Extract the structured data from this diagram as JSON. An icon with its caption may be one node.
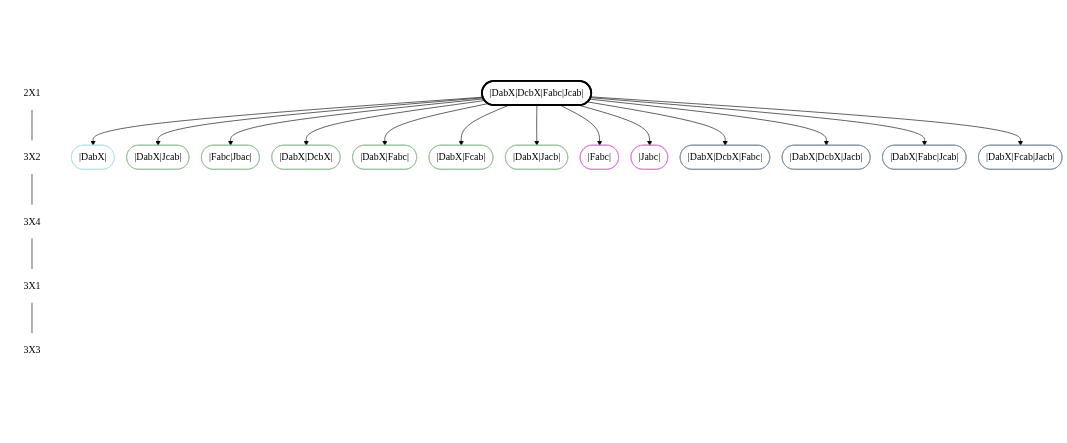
{
  "diagram": {
    "nodes": [
      {
        "text": [
          "2X1"
        ]
      },
      {
        "text": [
          "|DabX|"
        ]
      },
      {
        "text": [
          "3X2"
        ]
      },
      {
        "text": [
          "|DabX|Jcab|"
        ]
      },
      {
        "text": [
          "|Fabc|Jbac|"
        ]
      },
      {
        "text": [
          "|DabX|DcbX|"
        ]
      },
      {
        "text": [
          "|DabX|Fabc|"
        ]
      },
      {
        "text": [
          "|DabX|Fcab|"
        ]
      },
      {
        "text": [
          "|DabX|Jacb|"
        ]
      },
      {
        "text": [
          "3X4"
        ]
      },
      {
        "text": [
          "|DabX|DcbX|Fabc|Jcab|"
        ]
      },
      {
        "text": [
          "3X1"
        ]
      },
      {
        "text": [
          "|Fabc|"
        ]
      },
      {
        "text": [
          "|Jabc|"
        ]
      },
      {
        "text": [
          "3X3"
        ]
      },
      {
        "text": [
          "|DabX|DcbX|Fabc|"
        ]
      },
      {
        "text": [
          "|DabX|DcbX|Jacb|"
        ]
      },
      {
        "text": [
          "|DabX|Fabc|Jcab|"
        ]
      },
      {
        "text": [
          "|DabX|Fcab|Jacb|"
        ]
      }
    ],
    "edges": [
      {
        "from": 0,
        "to": 2,
        "arrow": "none"
      },
      {
        "from": 2,
        "to": 9,
        "arrow": "none"
      },
      {
        "from": 9,
        "to": 11,
        "arrow": "none"
      },
      {
        "from": 11,
        "to": 14,
        "arrow": "none"
      },
      {
        "from": 10,
        "to": 1,
        "arrow": "to"
      },
      {
        "from": 10,
        "to": 3,
        "arrow": "to"
      },
      {
        "from": 10,
        "to": 4,
        "arrow": "to"
      },
      {
        "from": 10,
        "to": 5,
        "arrow": "to"
      },
      {
        "from": 10,
        "to": 6,
        "arrow": "to"
      },
      {
        "from": 10,
        "to": 7,
        "arrow": "to"
      },
      {
        "from": 10,
        "to": 8,
        "arrow": "to"
      },
      {
        "from": 10,
        "to": 12,
        "arrow": "to"
      },
      {
        "from": 10,
        "to": 13,
        "arrow": "to"
      },
      {
        "from": 10,
        "to": 15,
        "arrow": "to"
      },
      {
        "from": 10,
        "to": 16,
        "arrow": "to"
      },
      {
        "from": 10,
        "to": 17,
        "arrow": "to"
      },
      {
        "from": 10,
        "to": 18,
        "arrow": "to"
      }
    ]
  }
}
